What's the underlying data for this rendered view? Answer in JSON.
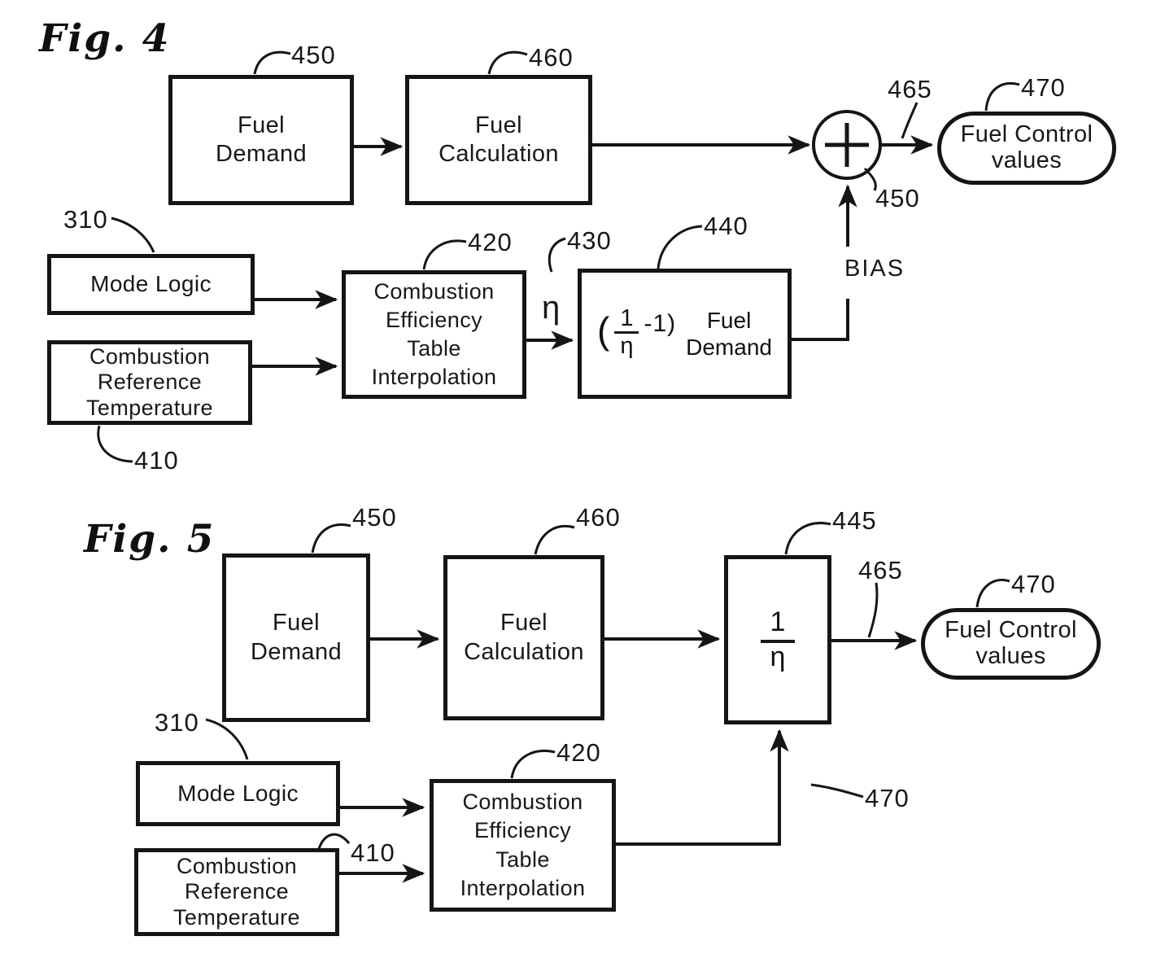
{
  "figure4": {
    "title": "Fig. 4",
    "fuel_demand": {
      "ref": "450",
      "label": "Fuel\nDemand"
    },
    "fuel_calculation": {
      "ref": "460",
      "label": "Fuel\nCalculation"
    },
    "mode_logic": {
      "ref": "310",
      "label": "Mode Logic"
    },
    "combustion_reference_temperature": {
      "ref": "410",
      "label": "Combustion\nReference\nTemperature"
    },
    "combustion_efficiency_table_interpolation": {
      "ref": "420",
      "label": "Combustion\nEfficiency\nTable\nInterpolation"
    },
    "eta": {
      "ref": "430",
      "symbol": "η"
    },
    "bias_block": {
      "ref": "440",
      "paren_open": "(",
      "numerator": "1",
      "denominator": "η",
      "exp_close": "-1)",
      "label": "Fuel\nDemand"
    },
    "summing_junction": {
      "ref": "450"
    },
    "output_arrow": {
      "ref": "465"
    },
    "bias_label": "BIAS",
    "fuel_control_values": {
      "ref": "470",
      "label": "Fuel Control\nvalues"
    }
  },
  "figure5": {
    "title": "Fig. 5",
    "fuel_demand": {
      "ref": "450",
      "label": "Fuel\nDemand"
    },
    "fuel_calculation": {
      "ref": "460",
      "label": "Fuel\nCalculation"
    },
    "inverse_eta_block": {
      "ref": "445",
      "numerator": "1",
      "denominator": "η"
    },
    "output_arrow": {
      "ref": "465"
    },
    "fuel_control_values": {
      "ref": "470",
      "label": "Fuel Control\nvalues"
    },
    "mode_logic": {
      "ref": "310",
      "label": "Mode Logic"
    },
    "combustion_reference_temperature": {
      "ref": "410",
      "label": "Combustion\nReference\nTemperature"
    },
    "combustion_efficiency_table_interpolation": {
      "ref": "420",
      "label": "Combustion\nEfficiency\nTable\nInterpolation"
    },
    "efficiency_feed_arrow": {
      "ref": "470"
    }
  }
}
